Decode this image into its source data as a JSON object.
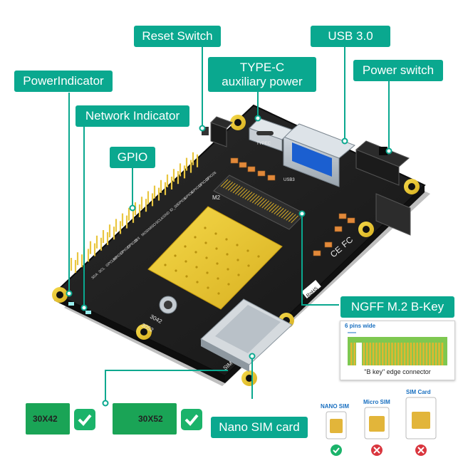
{
  "labels": {
    "reset_switch": "Reset Switch",
    "usb": "USB  3.0",
    "typec_line1": "TYPE-C",
    "typec_line2": "auxiliary power",
    "power_switch": "Power switch",
    "power_indicator": "PowerIndicator",
    "network_indicator": "Network Indicator",
    "gpio": "GPIO",
    "ngff": "NGFF M.2 B-Key",
    "nano_sim_card": "Nano SIM card"
  },
  "connector_diagram": {
    "pins_note": "6 pins wide",
    "caption": "\"B key\" edge connector"
  },
  "cards": [
    {
      "size": "30X42",
      "supported": true
    },
    {
      "size": "30X52",
      "supported": true
    }
  ],
  "sim_types": [
    {
      "name": "NANO SIM",
      "supported": true
    },
    {
      "name": "Micro SIM",
      "supported": false
    },
    {
      "name": "SIM Card",
      "supported": false
    }
  ],
  "board_silk": {
    "m2": "M2",
    "typec": "TYPEC",
    "usb3": "USB3",
    "sim": "SIM",
    "size_3042": "3042",
    "size_3052": "3052",
    "gpio_pins": [
      "SDA",
      "SCL",
      "GPCLK0",
      "GPIO17",
      "GPIO27",
      "GPIO22",
      "3V3",
      "MOSI",
      "MISO",
      "SCLK",
      "GND",
      "ID_SD",
      "GPIO5",
      "GPIO6",
      "GPIO13",
      "GPIO19",
      "GPIO26"
    ],
    "rohs": "RoHS",
    "ce": "CE",
    "fc": "FC"
  },
  "colors": {
    "accent": "#0aa88f",
    "board": "#1f1f1f",
    "gold": "#e7c52f",
    "check_ok": "#1bb36a",
    "check_no": "#d9363e"
  }
}
